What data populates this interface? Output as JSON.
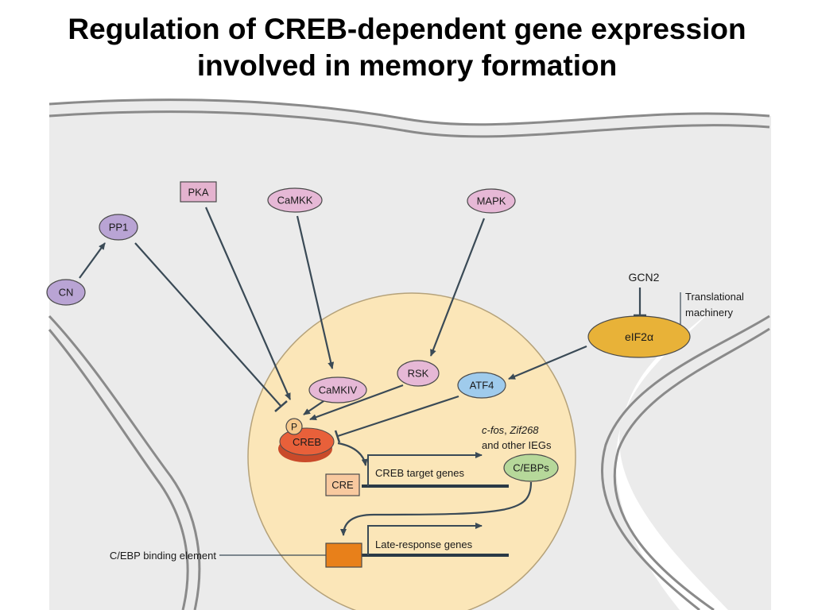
{
  "title": {
    "line1": "Regulation of CREB-dependent gene expression",
    "line2": "involved in memory formation"
  },
  "nodes": {
    "pka": "PKA",
    "camkk": "CaMKK",
    "mapk": "MAPK",
    "pp1": "PP1",
    "cn": "CN",
    "camkiv": "CaMKIV",
    "rsk": "RSK",
    "atf4": "ATF4",
    "p": "P",
    "creb": "CREB",
    "cre": "CRE",
    "cebps": "C/EBPs",
    "gcn2": "GCN2",
    "eif2a": "eIF2α",
    "translational_line1": "Translational",
    "translational_line2": "machinery"
  },
  "labels": {
    "creb_target_genes": "CREB target genes",
    "ieg_line1_a": "c-fos",
    "ieg_line1_sep": ", ",
    "ieg_line1_b": "Zif268",
    "ieg_line2": "and other IEGs",
    "late_response_genes": "Late-response genes",
    "cebp_binding_element": "C/EBP binding element"
  },
  "colors": {
    "cell_fill": "#ebebeb",
    "cell_stroke": "#8a8a8a",
    "nucleus_fill": "#fbe6b8",
    "purple": "#b9a4d4",
    "pink": "#e6b8d6",
    "pka_fill": "#e4b3cf",
    "atf4_fill": "#9fcbec",
    "creb_fill": "#e8603a",
    "p_fill": "#f6c98d",
    "cre_fill": "#f8c99f",
    "cebps_fill": "#b6d89a",
    "eif2a_fill": "#e8b238",
    "binding_fill": "#e8801a",
    "line": "#3a4a56"
  }
}
